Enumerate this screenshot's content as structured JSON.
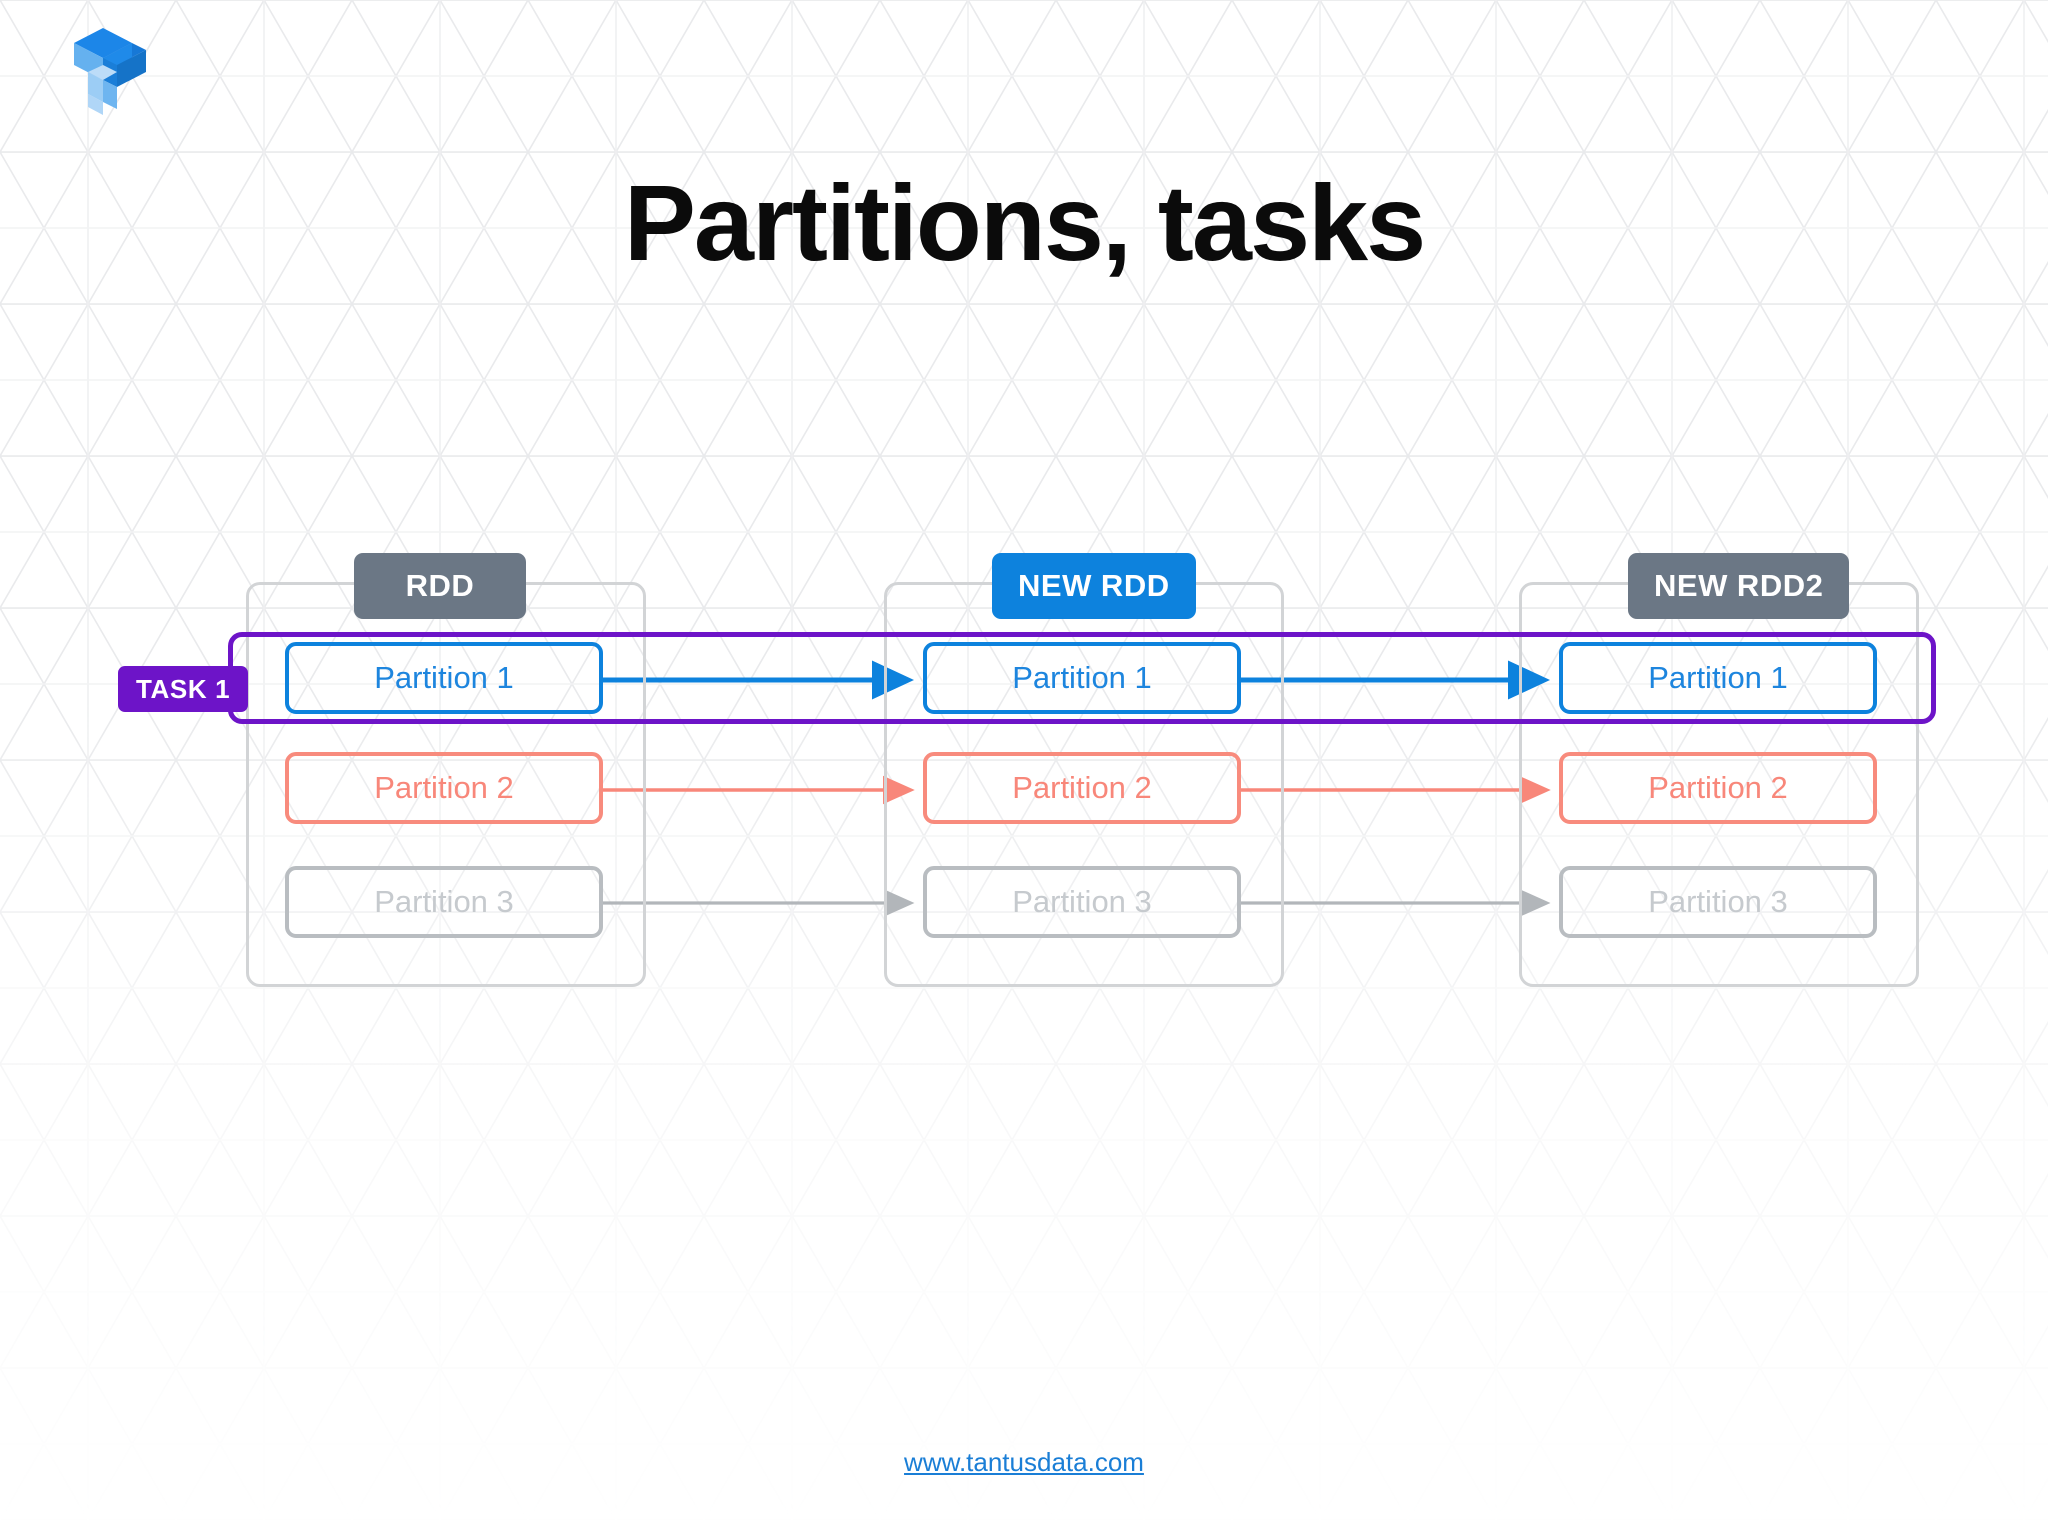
{
  "slide": {
    "title": "Partitions, tasks",
    "footer_link": "www.tantusdata.com",
    "logo_name": "tantusdata-isometric-t-logo",
    "background_pattern": "isometric-triangle-grid"
  },
  "colors": {
    "title": "#0b0b0b",
    "rdd_label_gray": "#6b7785",
    "rdd_label_blue": "#0d82dd",
    "partition_blue": "#0d82dd",
    "partition_coral": "#f88b7d",
    "partition_gray": "#b9bdc1",
    "task_purple": "#6d14c8",
    "container_border": "#d2d4d6",
    "link_blue": "#1a7ed6",
    "background": "#ffffff"
  },
  "diagram": {
    "task_badge": "TASK 1",
    "columns": [
      {
        "label": "RDD",
        "label_style": "gray",
        "partitions": [
          {
            "label": "Partition 1",
            "style": "blue"
          },
          {
            "label": "Partition 2",
            "style": "coral"
          },
          {
            "label": "Partition 3",
            "style": "gray"
          }
        ]
      },
      {
        "label": "NEW RDD",
        "label_style": "blue",
        "partitions": [
          {
            "label": "Partition 1",
            "style": "blue"
          },
          {
            "label": "Partition 2",
            "style": "coral"
          },
          {
            "label": "Partition 3",
            "style": "gray"
          }
        ]
      },
      {
        "label": "NEW RDD2",
        "label_style": "gray",
        "partitions": [
          {
            "label": "Partition 1",
            "style": "blue"
          },
          {
            "label": "Partition 2",
            "style": "coral"
          },
          {
            "label": "Partition 3",
            "style": "gray"
          }
        ]
      }
    ],
    "arrows": [
      {
        "row": 1,
        "from": "RDD.Partition 1",
        "to": "NEW RDD.Partition 1",
        "color": "#0d82dd"
      },
      {
        "row": 1,
        "from": "NEW RDD.Partition 1",
        "to": "NEW RDD2.Partition 1",
        "color": "#0d82dd"
      },
      {
        "row": 2,
        "from": "RDD.Partition 2",
        "to": "NEW RDD.Partition 2",
        "color": "#f88b7d"
      },
      {
        "row": 2,
        "from": "NEW RDD.Partition 2",
        "to": "NEW RDD2.Partition 2",
        "color": "#f88b7d"
      },
      {
        "row": 3,
        "from": "RDD.Partition 3",
        "to": "NEW RDD.Partition 3",
        "color": "#b9bdc1"
      },
      {
        "row": 3,
        "from": "NEW RDD.Partition 3",
        "to": "NEW RDD2.Partition 3",
        "color": "#b9bdc1"
      }
    ]
  }
}
